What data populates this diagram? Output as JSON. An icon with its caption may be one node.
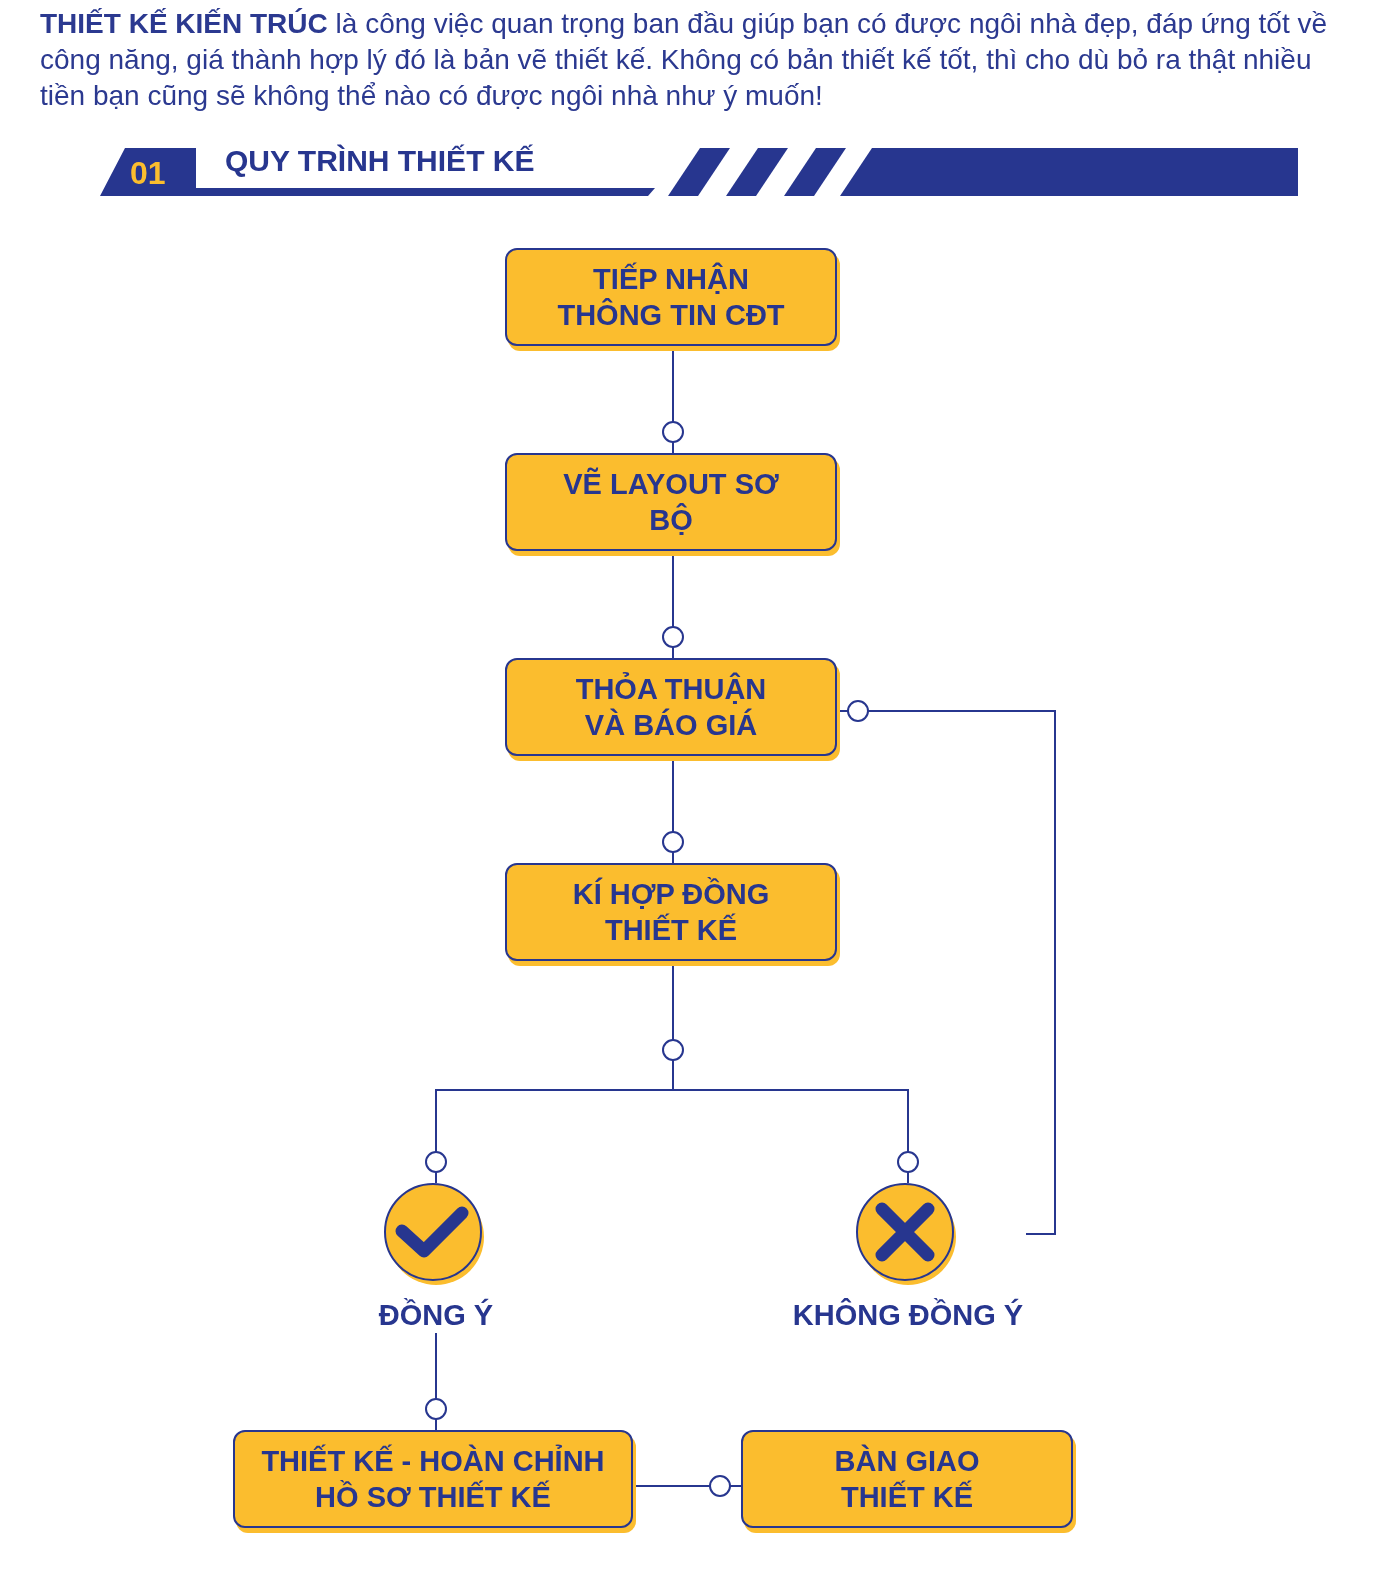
{
  "diagram": {
    "nodes": [
      {
        "text": [
          "TIẾP NHẬN THÔNG TIN CĐT"
        ]
      },
      {
        "text": [
          "VẼ LAYOUT SƠ BỘ"
        ]
      },
      {
        "text": [
          "THỎA THUẬN VÀ BÁO GIÁ"
        ]
      },
      {
        "text": [
          "KÍ HỢP ĐỒNG THIẾT KẾ"
        ]
      },
      {
        "text": [
          "ĐỒNG Ý"
        ]
      },
      {
        "text": [
          "KHÔNG ĐỒNG Ý"
        ]
      },
      {
        "text": [
          "THIẾT KẾ - HOÀN CHỈNH HỒ SƠ THIẾT KẾ"
        ]
      },
      {
        "text": [
          "BÀN GIAO THIẾT KẾ"
        ]
      }
    ],
    "edges": [
      {
        "from": 0,
        "to": 1,
        "arrow": "other"
      },
      {
        "from": 1,
        "to": 2,
        "arrow": "other"
      },
      {
        "from": 2,
        "to": 3,
        "arrow": "other"
      },
      {
        "from": 3,
        "to": 4,
        "arrow": "other"
      },
      {
        "from": 3,
        "to": 5,
        "arrow": "other"
      },
      {
        "from": 5,
        "to": 2,
        "arrow": "other"
      },
      {
        "from": 4,
        "to": 6,
        "arrow": "other"
      },
      {
        "from": 6,
        "to": 7,
        "arrow": "other"
      }
    ],
    "labels": [
      "**THIẾT KẾ KIẾN TRÚC** là công việc quan trọng ban đầu giúp bạn có được ngôi nhà đẹp, đáp ứng tốt về công năng, giá thành hợp lý đó là bản vẽ thiết kế. Không có bản thiết kế tốt, thì cho dù bỏ ra thật nhiều tiền bạn cũng sẽ không thể nào có được ngôi nhà như ý muốn!",
      "01",
      "QUY TRÌNH THIẾT KẾ"
    ]
  }
}
